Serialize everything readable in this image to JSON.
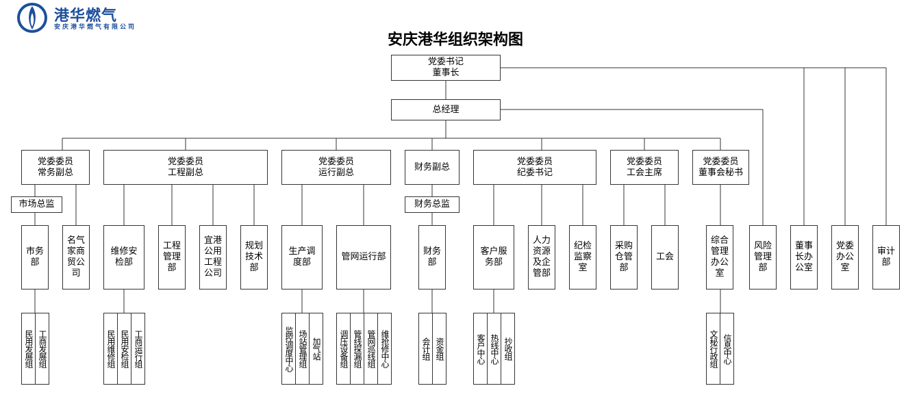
{
  "logo": {
    "name": "港华燃气",
    "subtitle": "安庆港华燃气有限公司",
    "color": "#1d4f9c"
  },
  "title": "安庆港华组织架构图",
  "nodes": {
    "chairman": "党委书记\n董事长",
    "gm": "总经理",
    "vp_exec": "党委委员\n常务副总",
    "market_director": "市场总监",
    "vp_eng": "党委委员\n工程副总",
    "vp_ops": "党委委员\n运行副总",
    "vp_fin": "财务副总",
    "fin_director": "财务总监",
    "discipline_sec": "党委委员\n纪委书记",
    "union_chair": "党委委员\n工会主席",
    "board_sec": "党委委员\n董事会秘书",
    "dept_market": "市务\n部",
    "dept_mingqi": "名气\n家商\n贸公\n司",
    "dept_maint": "维修安\n检部",
    "dept_eng": "工程\n管理\n部",
    "dept_yigang": "宜港\n公用\n工程\n公司",
    "dept_plan": "规划\n技术\n部",
    "dept_dispatch": "生产调\n度部",
    "dept_pipe": "管网运行部",
    "dept_fin": "财务\n部",
    "dept_customer": "客户服\n务部",
    "dept_hr": "人力\n资源\n及企\n管部",
    "dept_discipline": "纪检\n监察\n室",
    "dept_purchase": "采购\n仓管\n部",
    "dept_union": "工会",
    "dept_admin": "综合\n管理\n办公\n室",
    "dept_risk": "风险\n管理\n部",
    "dept_board_office": "董事\n长办\n公室",
    "dept_party_office": "党委\n办公\n室",
    "dept_audit": "审计\n部"
  },
  "groups": {
    "g1": "民用发展组",
    "g2": "工商发展组",
    "g3": "民用维修组",
    "g4": "民用安检组",
    "g5": "工商运行组",
    "g6": "监控调度中心",
    "g7": "场站管理组",
    "g8": "加气站",
    "g9": "调压设备组",
    "g10": "管线探漏组",
    "g11": "管网巡线组",
    "g12": "维抢修中心",
    "g13": "会计组",
    "g14": "资金组",
    "g15": "客户中心",
    "g16": "热线中心",
    "g17": "抄收组",
    "g18": "文秘行政组",
    "g19": "信息中心"
  }
}
